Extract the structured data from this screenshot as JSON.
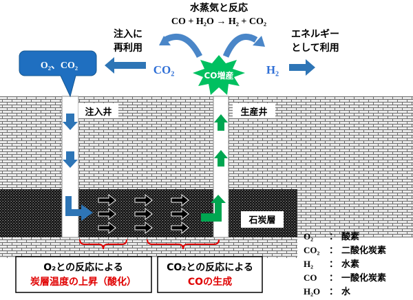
{
  "reaction": {
    "title": "水蒸気と反応",
    "equation": "CO + H₂O → H₂ + CO₂"
  },
  "reinject": {
    "line1": "注入に",
    "line2": "再利用"
  },
  "energy": {
    "line1": "エネルギー",
    "line2": "として利用"
  },
  "co2_label": "CO₂",
  "h2_label": "H₂",
  "co_burst_label": "CO増産",
  "injection_callout": "O₂、CO₂",
  "injection_well_label": "注入井",
  "production_well_label": "生産井",
  "coal_seam_label": "石炭層",
  "bracket_left": {
    "line1": "O₂との反応による",
    "line2": "炭層温度の上昇（酸化）"
  },
  "bracket_right": {
    "line1": "CO₂との反応による",
    "line2": "COの生成"
  },
  "legend": [
    {
      "formula": "O₂",
      "sep": "：",
      "name": "酸素"
    },
    {
      "formula": "CO₂",
      "sep": "：",
      "name": "二酸化炭素"
    },
    {
      "formula": "H₂",
      "sep": "：",
      "name": "水素"
    },
    {
      "formula": "CO",
      "sep": "：",
      "name": "一酸化炭素"
    },
    {
      "formula": "H₂O",
      "sep": "：",
      "name": "水"
    }
  ],
  "colors": {
    "blue": "#2e75b6",
    "co2_text": "#2f6fd6",
    "green": "#00a651",
    "red": "#e00000",
    "burst": "#00c060",
    "callout": "#1f6fc0"
  }
}
